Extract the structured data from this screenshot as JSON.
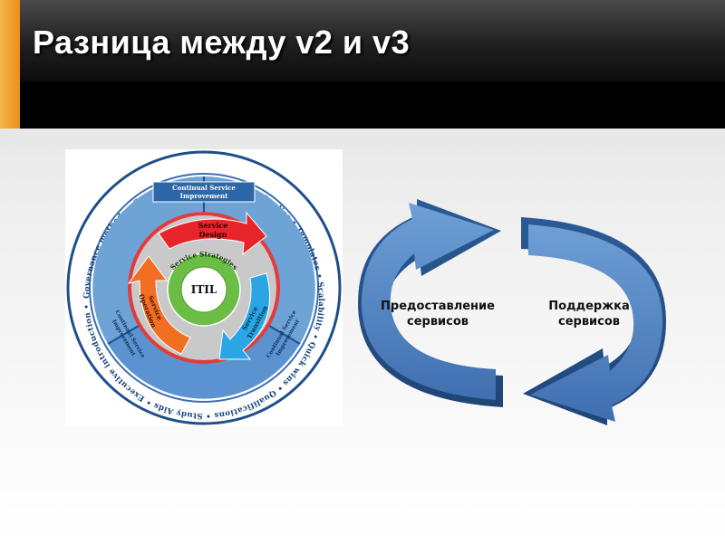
{
  "slide": {
    "title": "Разница между v2 и v3"
  },
  "itil": {
    "center": "ITIL",
    "service_strategies": "Service Strategies",
    "service_design": [
      "Service",
      "Design"
    ],
    "service_transition": [
      "Service",
      "Transition"
    ],
    "service_operation": [
      "Service",
      "Operation"
    ],
    "csi_top": [
      "Continual Service",
      "Improvement"
    ],
    "csi_left": [
      "Continual Service",
      "Improvement"
    ],
    "csi_right": [
      "Continual Service",
      "Improvement"
    ],
    "outer_ring": "Governance methods • Standards alignment • Case Studies • Templates • Scalability • Quick wins • Qualifications • Study Aids • Executive introduction • Speciality topics • Knowledge & skills •"
  },
  "cycle": {
    "left_label": [
      "Предоставление",
      "сервисов"
    ],
    "right_label": [
      "Поддержка",
      "сервисов"
    ]
  },
  "colors": {
    "accent": "#f2a531",
    "arrow_blue": "#4f81bd",
    "design_red": "#e8252a",
    "transition_cyan": "#29a6e3",
    "operation_orange": "#f16e23",
    "strategy_green": "#6abd45"
  }
}
